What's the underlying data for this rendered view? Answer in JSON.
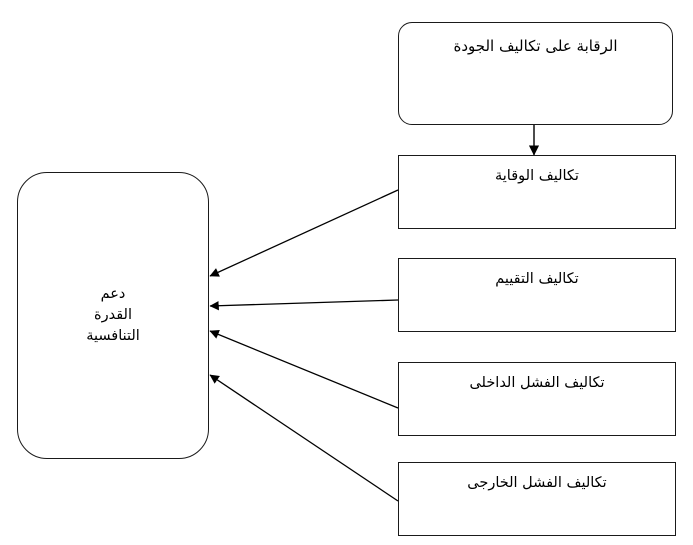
{
  "diagram": {
    "title_text": "الرقابة على تكاليف الجودة",
    "outcome": {
      "line1": "دعم",
      "line2": "القدرة",
      "line3": "التنافسية"
    },
    "categories": [
      {
        "id": "prevention",
        "label": "تكاليف الوقاية"
      },
      {
        "id": "appraisal",
        "label": "تكاليف التقييم"
      },
      {
        "id": "internal",
        "label": "تكاليف الفشل الداخلى"
      },
      {
        "id": "external",
        "label": "تكاليف الفشل الخارجى"
      }
    ],
    "colors": {
      "stroke": "#1a1a1a",
      "fill": "#ffffff",
      "text": "#000000"
    },
    "connectors": [
      {
        "from": "control",
        "to": "prevention",
        "style": "vertical-arrow"
      },
      {
        "from": "prevention",
        "to": "outcome",
        "style": "diagonal-arrow"
      },
      {
        "from": "appraisal",
        "to": "outcome",
        "style": "horizontal-arrow"
      },
      {
        "from": "internal",
        "to": "outcome",
        "style": "diagonal-arrow"
      },
      {
        "from": "external",
        "to": "outcome",
        "style": "diagonal-arrow"
      }
    ]
  }
}
